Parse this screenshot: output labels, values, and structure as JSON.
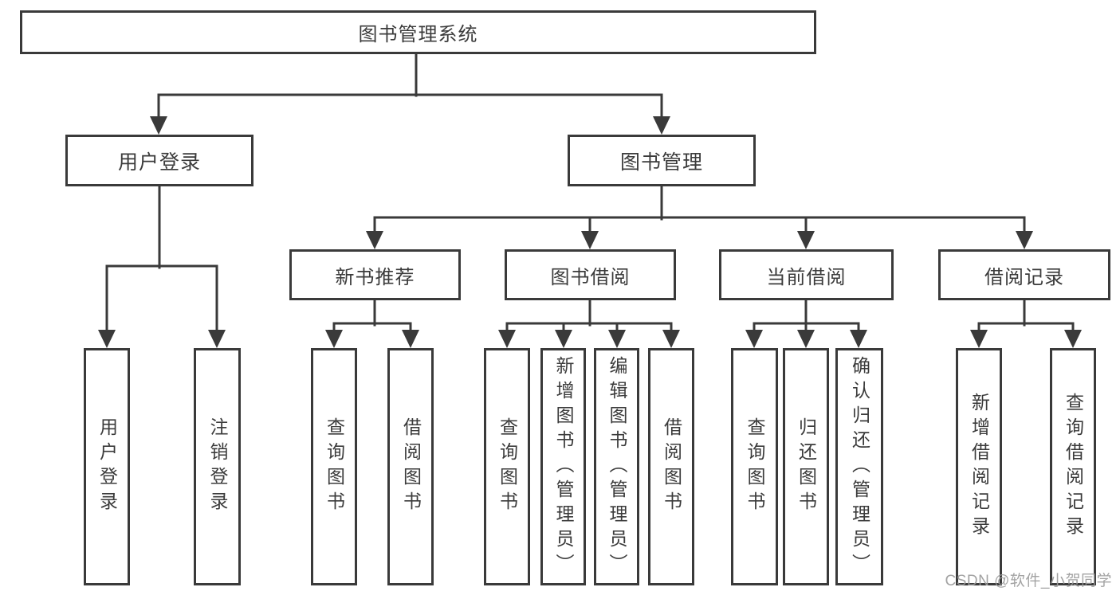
{
  "diagram": {
    "root": "图书管理系统",
    "branches": [
      {
        "label": "用户登录",
        "children": [
          "用户登录",
          "注销登录"
        ]
      },
      {
        "label": "图书管理",
        "sections": [
          {
            "label": "新书推荐",
            "children": [
              "查询图书",
              "借阅图书"
            ]
          },
          {
            "label": "图书借阅",
            "children": [
              "查询图书",
              "新增图书（管理员）",
              "编辑图书（管理员）",
              "借阅图书"
            ]
          },
          {
            "label": "当前借阅",
            "children": [
              "查询图书",
              "归还图书",
              "确认归还（管理员）"
            ]
          },
          {
            "label": "借阅记录",
            "children": [
              "新增借阅记录",
              "查询借阅记录"
            ]
          }
        ]
      }
    ]
  },
  "watermark": "CSDN @软件_小贺同学",
  "colors": {
    "line": "#3a3a3a",
    "box_border": "#3a3a3a",
    "box_fill": "#ffffff",
    "text": "#3b3b3b",
    "watermark": "#9b9b9b",
    "background": "#ffffff"
  }
}
